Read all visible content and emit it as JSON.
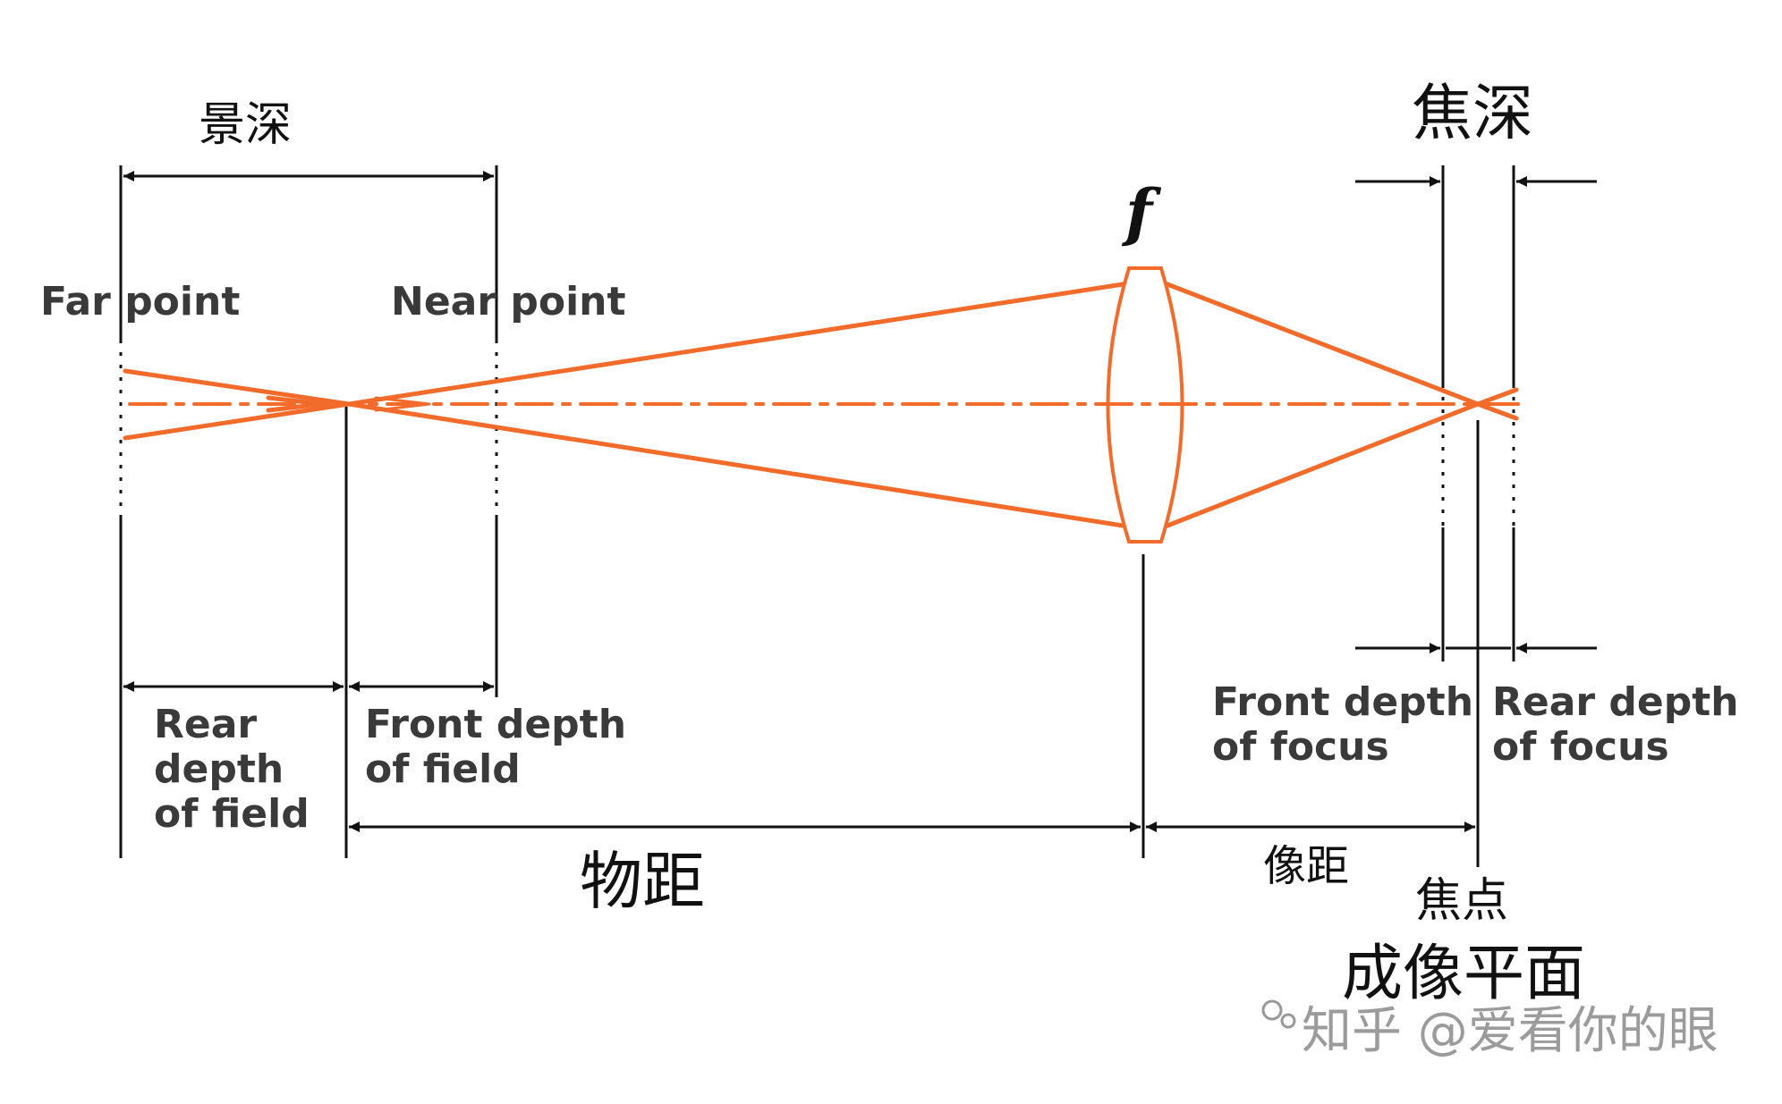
{
  "labels": {
    "depth_of_field_cn": "景深",
    "depth_of_focus_cn": "焦深",
    "focal_symbol": "f",
    "far_point": "Far point",
    "near_point": "Near point",
    "rear_dof": [
      "Rear",
      "depth",
      "of field"
    ],
    "front_dof": [
      "Front depth",
      "of field"
    ],
    "front_dofocus": [
      "Front depth",
      "of focus"
    ],
    "rear_dofocus": [
      "Rear depth",
      "of focus"
    ],
    "object_distance_cn": "物距",
    "image_distance_cn": "像距",
    "focal_point_cn": "焦点",
    "image_plane_cn": "成像平面",
    "watermark": "知乎 @爱看你的眼"
  },
  "colors": {
    "ray": "#f26b2a",
    "line": "#111111",
    "dash": "#222222"
  }
}
